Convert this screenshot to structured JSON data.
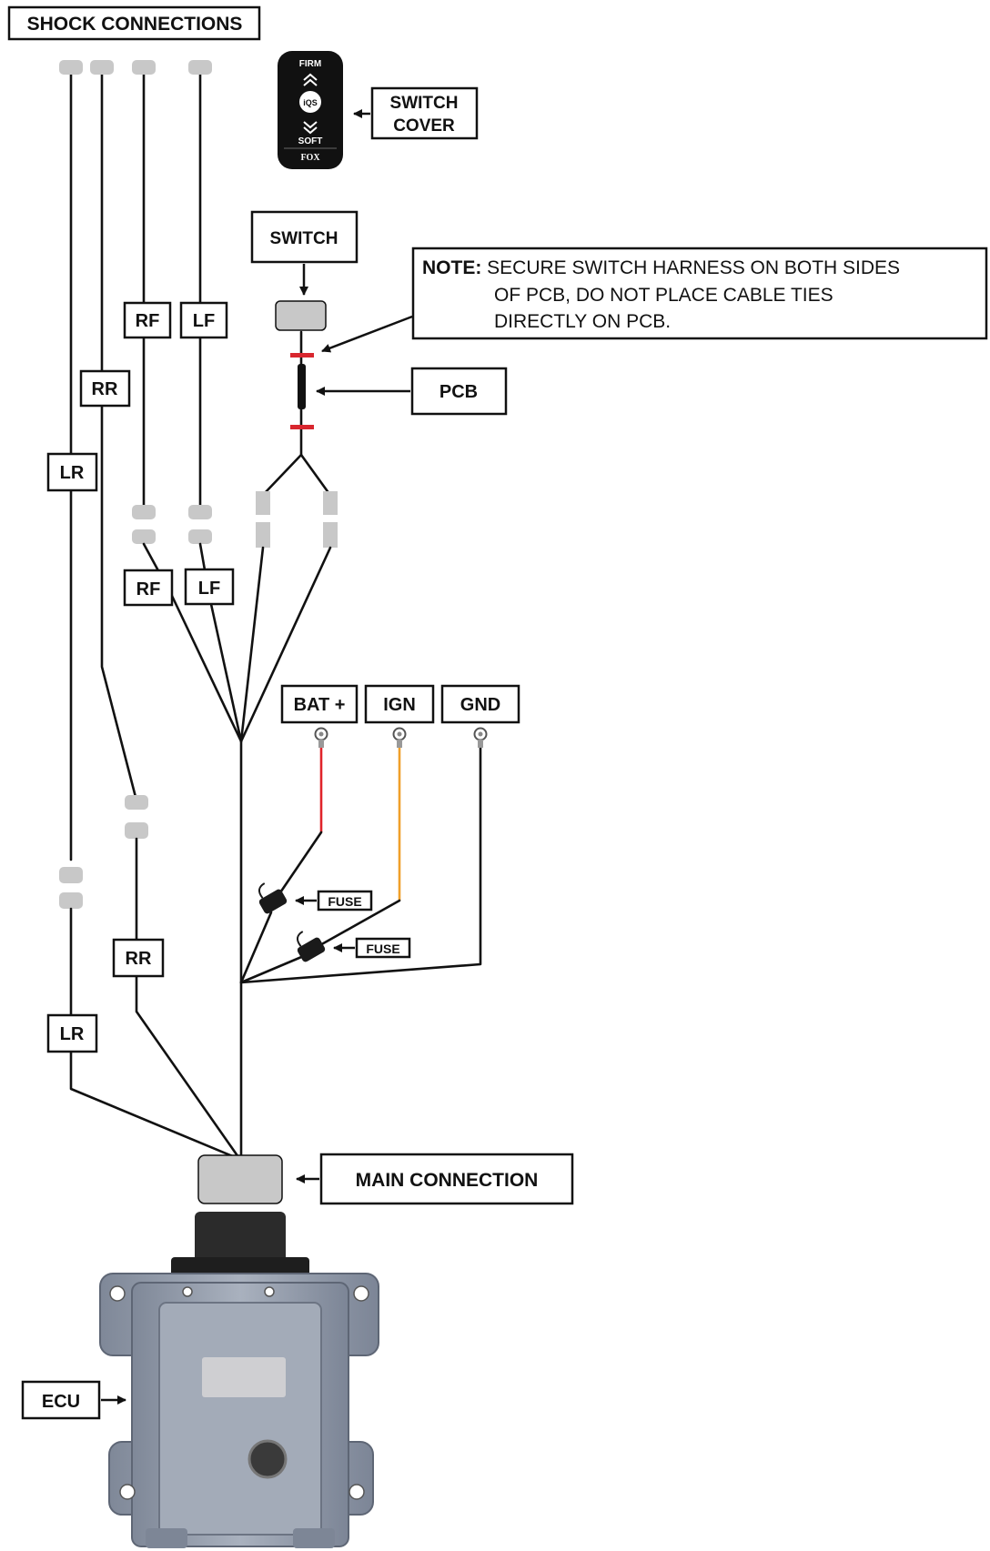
{
  "title": "SHOCK CONNECTIONS",
  "labels": {
    "switch_cover_line1": "SWITCH",
    "switch_cover_line2": "COVER",
    "switch": "SWITCH",
    "pcb": "PCB",
    "rf": "RF",
    "lf": "LF",
    "rr": "RR",
    "lr": "LR",
    "bat": "BAT +",
    "ign": "IGN",
    "gnd": "GND",
    "fuse": "FUSE",
    "main_connection": "MAIN CONNECTION",
    "ecu": "ECU"
  },
  "note": {
    "prefix": "NOTE:",
    "line1": "SECURE SWITCH HARNESS ON BOTH SIDES",
    "line2": "OF PCB, DO NOT PLACE CABLE TIES",
    "line3": "DIRECTLY ON PCB."
  },
  "switch_face": {
    "firm": "FIRM",
    "badge": "iQS",
    "soft": "SOFT",
    "brand": "FOX"
  },
  "colors": {
    "wire": "#111111",
    "bat_wire": "#e0242a",
    "ign_wire": "#f0a02a",
    "pcb_marker": "#d8262e",
    "connector": "#c8c8c8",
    "ecu_body": "#9aa3b2"
  }
}
